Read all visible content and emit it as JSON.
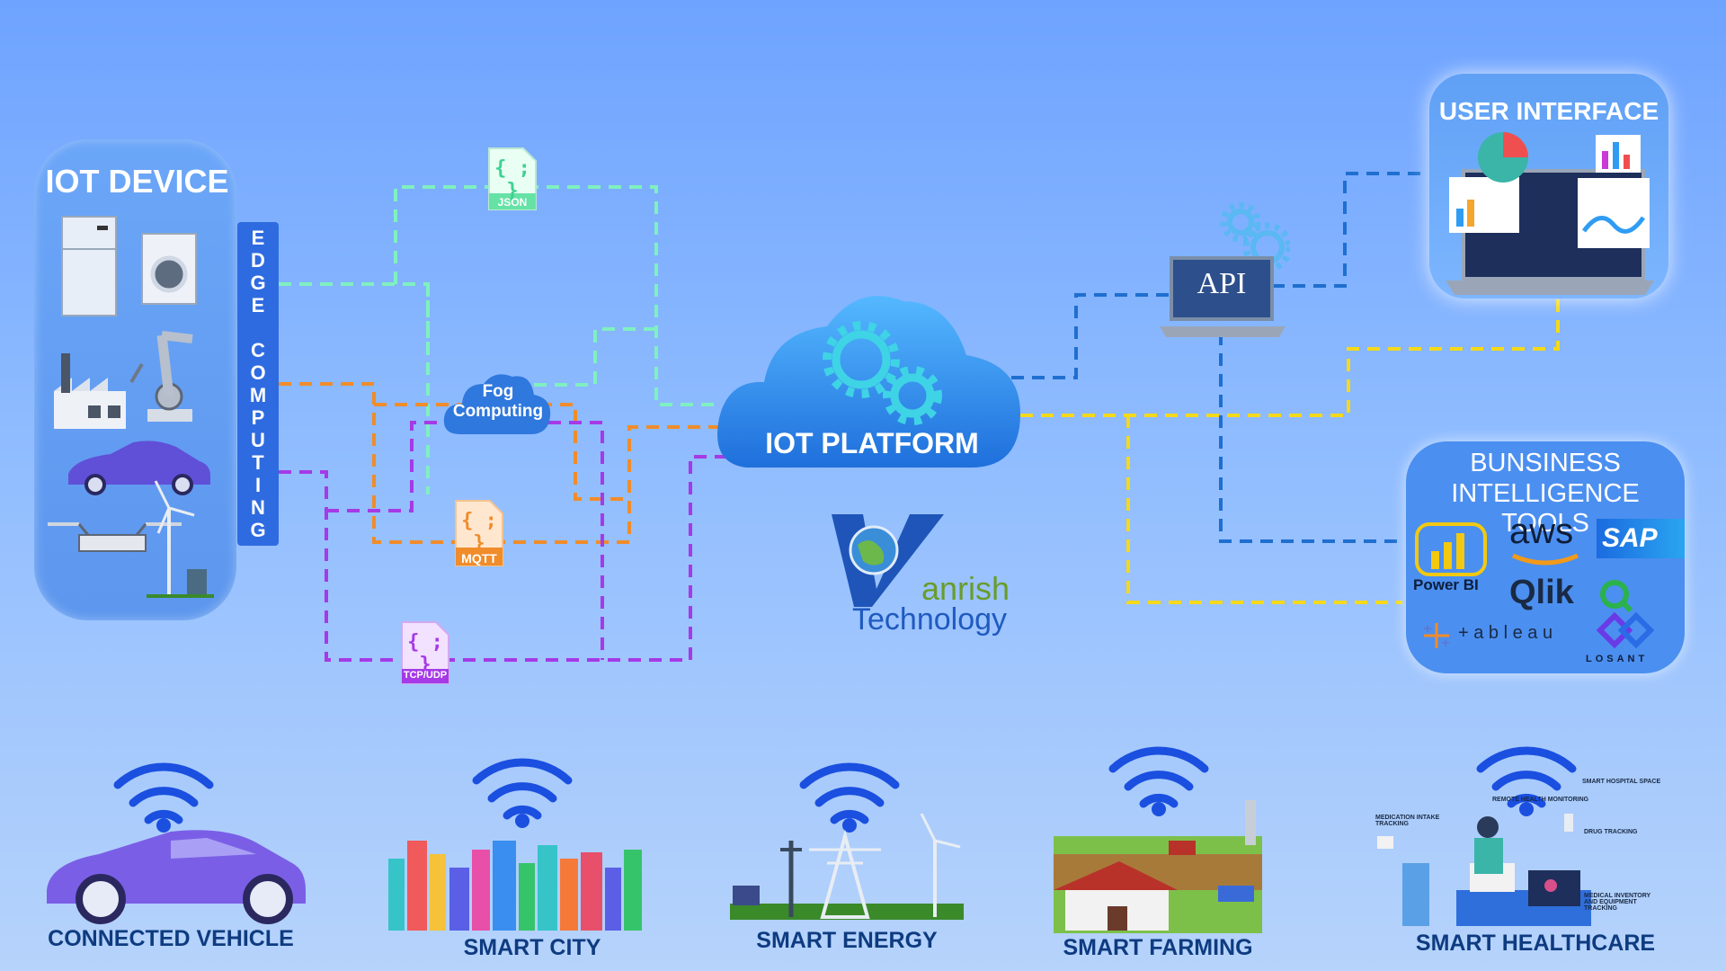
{
  "iot_device": {
    "title": "IOT DEVICE"
  },
  "edge_computing": {
    "letters": [
      "E",
      "D",
      "G",
      "E",
      "",
      "C",
      "O",
      "M",
      "P",
      "U",
      "T",
      "I",
      "N",
      "G"
    ]
  },
  "fog": {
    "line1": "Fog",
    "line2": "Computing"
  },
  "protocols": {
    "json": "JSON",
    "mqtt": "MQTT",
    "tcp": "TCP/UDP",
    "glyph": "{ ; }"
  },
  "platform": {
    "title": "IOT PLATFORM"
  },
  "api": {
    "label": "API"
  },
  "user_interface": {
    "title": "USER INTERFACE"
  },
  "bi": {
    "title_line1": "BUNSINESS",
    "title_line2": "INTELLIGENCE TOOLS",
    "powerbi": "Power BI",
    "aws": "aws",
    "sap": "SAP",
    "qlik": "Qlik",
    "tableau": "+ a b l e a u",
    "losant": "LOSANT"
  },
  "logo": {
    "word1": "anrish",
    "word2": "Technology"
  },
  "applications": {
    "vehicle": "CONNECTED VEHICLE",
    "city": "SMART CITY",
    "energy": "SMART ENERGY",
    "farming": "SMART FARMING",
    "healthcare": "SMART HEALTHCARE"
  },
  "healthcare_labels": {
    "hospital": "SMART HOSPITAL SPACE",
    "remote": "REMOTE HEALTH MONITORING",
    "intake": "MEDICATION INTAKE TRACKING",
    "drug": "DRUG TRACKING",
    "inventory": "MEDICAL INVENTORY AND EQUIPMENT TRACKING"
  },
  "colors": {
    "json_line": "#7ff0c0",
    "mqtt_line": "#f08c2a",
    "tcp_line": "#a53ae6",
    "api_line": "#1f6fd0",
    "yellow_line": "#f5d91a",
    "wifi": "#1a4fe0"
  }
}
